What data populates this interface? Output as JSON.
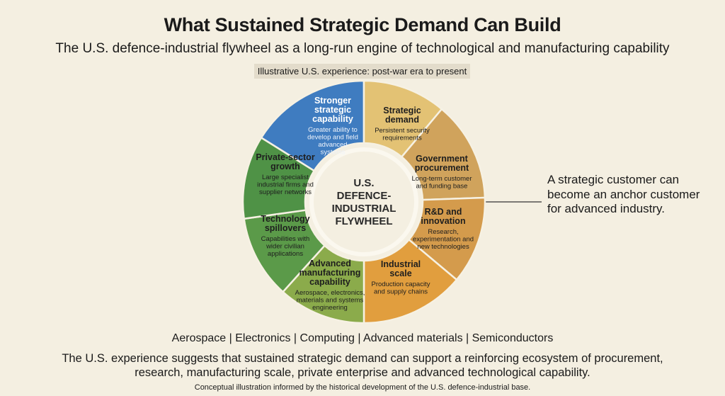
{
  "header": {
    "title": "What Sustained Strategic Demand Can Build",
    "subtitle": "The U.S. defence-industrial flywheel as a long-run engine of technological and manufacturing capability",
    "tag": "Illustrative U.S. experience: post-war era to present"
  },
  "hub": {
    "lines": [
      "U.S.",
      "DEFENCE-",
      "INDUSTRIAL",
      "FLYWHEEL"
    ]
  },
  "segments": [
    {
      "title": [
        "Stronger",
        "strategic",
        "capability"
      ],
      "desc": [
        "Greater ability to",
        "develop and field",
        "advanced",
        "systems"
      ],
      "color": "#3f7cc0"
    },
    {
      "title": [
        "Strategic",
        "demand"
      ],
      "desc": [
        "Persistent security",
        "requirements"
      ],
      "color": "#e3c274"
    },
    {
      "title": [
        "Government",
        "procurement"
      ],
      "desc": [
        "Long-term customer",
        "and funding base"
      ],
      "color": "#d0a35c"
    },
    {
      "title": [
        "R&D and",
        "innovation"
      ],
      "desc": [
        "Research,",
        "experimentation and",
        "new technologies"
      ],
      "color": "#d49b4c"
    },
    {
      "title": [
        "Industrial",
        "scale"
      ],
      "desc": [
        "Production capacity",
        "and supply chains"
      ],
      "color": "#e19e3e"
    },
    {
      "title": [
        "Advanced",
        "manufacturing",
        "capability"
      ],
      "desc": [
        "Aerospace, electronics,",
        "materials and systems",
        "engineering"
      ],
      "color": "#8bab4b"
    },
    {
      "title": [
        "Technology",
        "spillovers"
      ],
      "desc": [
        "Capabilities with",
        "wider civilian",
        "applications"
      ],
      "color": "#5b9a49"
    },
    {
      "title": [
        "Private-sector",
        "growth"
      ],
      "desc": [
        "Large specialist",
        "industrial firms and",
        "supplier networks"
      ],
      "color": "#4f9246"
    }
  ],
  "callout": {
    "text": "A strategic customer can become an anchor customer for advanced industry."
  },
  "footer": {
    "sectors": "Aerospace | Electronics | Computing | Advanced materials | Semiconductors",
    "summary": "The U.S. experience suggests that sustained strategic demand can support a reinforcing ecosystem of procurement, research, manufacturing scale, private enterprise and advanced technological capability.",
    "footnote": "Conceptual illustration informed by the historical development of the U.S. defence-industrial base."
  }
}
